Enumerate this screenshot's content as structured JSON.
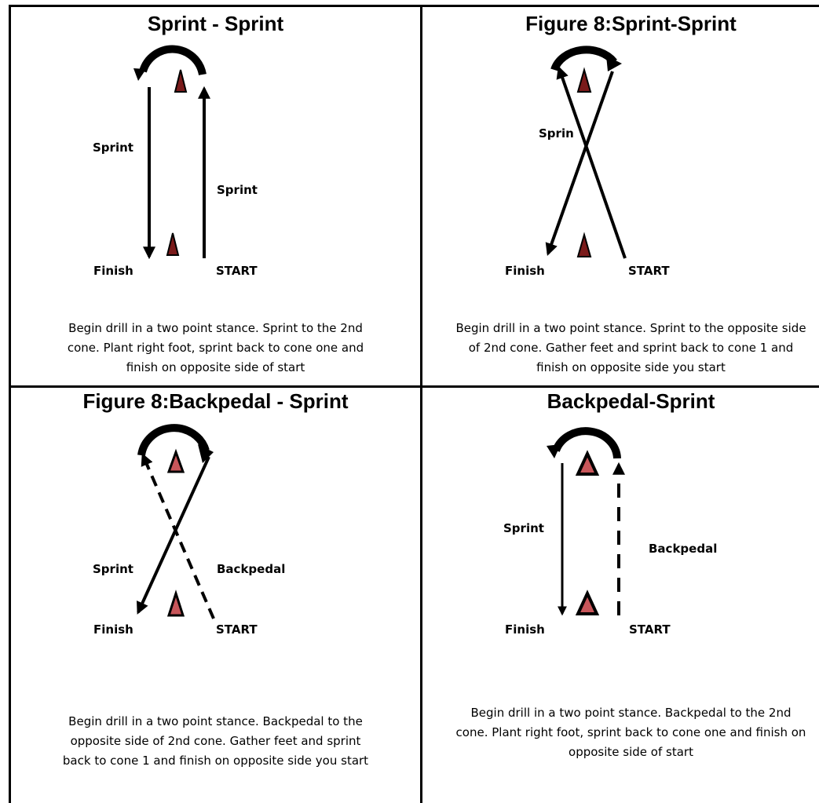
{
  "colors": {
    "grid": "#000000",
    "arrow": "#000000",
    "cone_dark": "#7a1a1a",
    "cone_light": "#c8565a"
  },
  "icons": [
    "curved-arrow-icon",
    "cone-icon",
    "arrow-icon"
  ],
  "panels": [
    {
      "title": "Sprint - Sprint",
      "labels": {
        "sprint_left": "Sprint",
        "sprint_right": "Sprint",
        "finish": "Finish",
        "start": "START"
      },
      "description": [
        "Begin drill in a two point stance. Sprint to the 2nd",
        "cone. Plant right foot, sprint back to cone one and",
        "finish on opposite side of start"
      ]
    },
    {
      "title": "Figure 8:Sprint-Sprint",
      "labels": {
        "sprint": "Sprint",
        "finish": "Finish",
        "start": "START"
      },
      "description": [
        "Begin drill in a two point stance. Sprint to the opposite side",
        "of 2nd cone. Gather feet and sprint back to cone 1 and",
        "finish on opposite side you start"
      ]
    },
    {
      "title": "Figure 8:Backpedal - Sprint",
      "labels": {
        "sprint": "Sprint",
        "backpedal": "Backpedal",
        "finish": "Finish",
        "start": "START"
      },
      "description": [
        "Begin drill in a two point stance. Backpedal to the",
        "opposite side of 2nd cone. Gather feet and sprint",
        "back to cone 1 and finish on opposite side you start"
      ]
    },
    {
      "title": "Backpedal-Sprint",
      "labels": {
        "sprint": "Sprint",
        "backpedal": "Backpedal",
        "finish": "Finish",
        "start": "START"
      },
      "description": [
        "Begin drill in a two point stance. Backpedal to the 2nd",
        "cone. Plant right foot, sprint back to cone one and finish on",
        "opposite side of start"
      ]
    }
  ]
}
